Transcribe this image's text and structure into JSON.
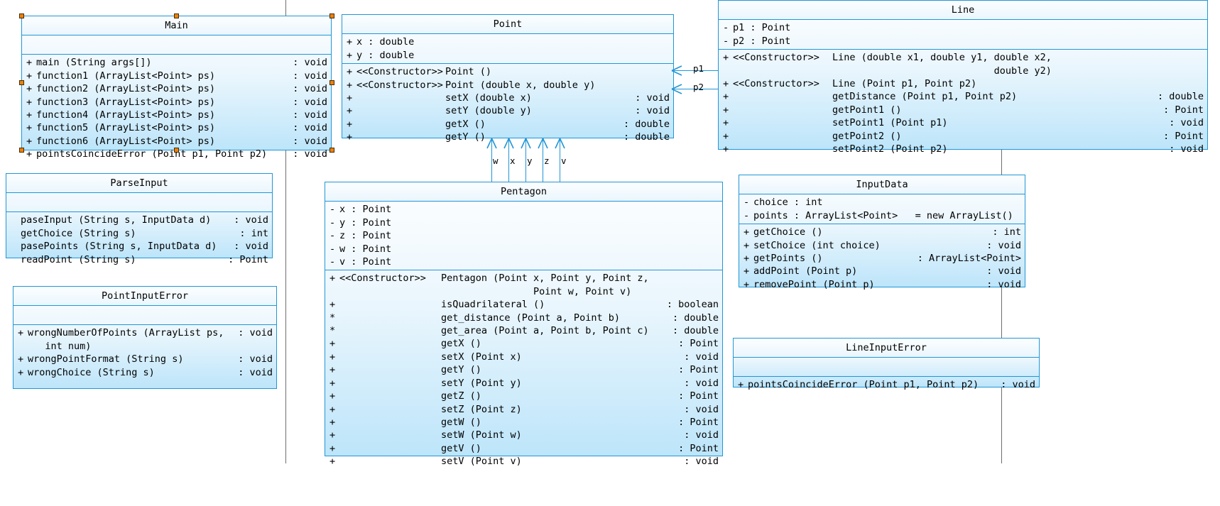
{
  "diagram": {
    "type": "uml-class-diagram",
    "accent_color": "#2196d6",
    "fill_top": "#fdfeff",
    "fill_bottom": "#bde5fa",
    "handle_color": "#e8820c"
  },
  "classes": {
    "main": {
      "name": "Main",
      "attributes": [],
      "operations": [
        {
          "vis": "+",
          "sig": "main (String args[])",
          "ret": "void"
        },
        {
          "vis": "+",
          "sig": "function1 (ArrayList<Point> ps)",
          "ret": "void"
        },
        {
          "vis": "+",
          "sig": "function2 (ArrayList<Point> ps)",
          "ret": "void"
        },
        {
          "vis": "+",
          "sig": "function3 (ArrayList<Point> ps)",
          "ret": "void"
        },
        {
          "vis": "+",
          "sig": "function4 (ArrayList<Point> ps)",
          "ret": "void"
        },
        {
          "vis": "+",
          "sig": "function5 (ArrayList<Point> ps)",
          "ret": "void"
        },
        {
          "vis": "+",
          "sig": "function6 (ArrayList<Point> ps)",
          "ret": "void"
        },
        {
          "vis": "+",
          "sig": "pointsCoincideError (Point p1, Point p2)",
          "ret": "void"
        }
      ]
    },
    "point": {
      "name": "Point",
      "attributes": [
        {
          "vis": "+",
          "sig": "x : double",
          "ret": ""
        },
        {
          "vis": "+",
          "sig": "y : double",
          "ret": ""
        }
      ],
      "operations": [
        {
          "vis": "+",
          "stereo": "<<Constructor>>",
          "sig": "Point ()",
          "ret": ""
        },
        {
          "vis": "+",
          "stereo": "<<Constructor>>",
          "sig": "Point (double x, double y)",
          "ret": ""
        },
        {
          "vis": "+",
          "stereo": "",
          "sig": "setX (double x)",
          "ret": "void"
        },
        {
          "vis": "+",
          "stereo": "",
          "sig": "setY (double y)",
          "ret": "void"
        },
        {
          "vis": "+",
          "stereo": "",
          "sig": "getX ()",
          "ret": "double"
        },
        {
          "vis": "+",
          "stereo": "",
          "sig": "getY ()",
          "ret": "double"
        }
      ]
    },
    "line": {
      "name": "Line",
      "attributes": [
        {
          "vis": "-",
          "sig": "p1 : Point",
          "ret": ""
        },
        {
          "vis": "-",
          "sig": "p2 : Point",
          "ret": ""
        }
      ],
      "operations": [
        {
          "vis": "+",
          "stereo": "<<Constructor>>",
          "sig": "Line (double x1, double y1, double x2,\n                            double y2)",
          "ret": ""
        },
        {
          "vis": "+",
          "stereo": "<<Constructor>>",
          "sig": "Line (Point p1, Point p2)",
          "ret": ""
        },
        {
          "vis": "+",
          "stereo": "",
          "sig": "getDistance (Point p1, Point p2)",
          "ret": "double"
        },
        {
          "vis": "+",
          "stereo": "",
          "sig": "getPoint1 ()",
          "ret": "Point"
        },
        {
          "vis": "+",
          "stereo": "",
          "sig": "setPoint1 (Point p1)",
          "ret": "void"
        },
        {
          "vis": "+",
          "stereo": "",
          "sig": "getPoint2 ()",
          "ret": "Point"
        },
        {
          "vis": "+",
          "stereo": "",
          "sig": "setPoint2 (Point p2)",
          "ret": "void"
        }
      ]
    },
    "parseinput": {
      "name": "ParseInput",
      "attributes": [],
      "operations": [
        {
          "vis": "",
          "sig": "paseInput (String s, InputData d)",
          "ret": "void"
        },
        {
          "vis": "",
          "sig": "getChoice (String s)",
          "ret": "int"
        },
        {
          "vis": "",
          "sig": "pasePoints (String s, InputData d)",
          "ret": "void"
        },
        {
          "vis": "",
          "sig": "readPoint (String s)",
          "ret": "Point"
        }
      ]
    },
    "pointinputerror": {
      "name": "PointInputError",
      "attributes": [],
      "operations": [
        {
          "vis": "+",
          "sig": "wrongNumberOfPoints (ArrayList ps,\n   int num)",
          "ret": "void"
        },
        {
          "vis": "+",
          "sig": "wrongPointFormat (String s)",
          "ret": "void"
        },
        {
          "vis": "+",
          "sig": "wrongChoice (String s)",
          "ret": "void"
        }
      ]
    },
    "pentagon": {
      "name": "Pentagon",
      "attributes": [
        {
          "vis": "-",
          "sig": "x : Point",
          "ret": ""
        },
        {
          "vis": "-",
          "sig": "y : Point",
          "ret": ""
        },
        {
          "vis": "-",
          "sig": "z : Point",
          "ret": ""
        },
        {
          "vis": "-",
          "sig": "w : Point",
          "ret": ""
        },
        {
          "vis": "-",
          "sig": "v : Point",
          "ret": ""
        }
      ],
      "operations": [
        {
          "vis": "+",
          "stereo": "<<Constructor>>",
          "sig": "Pentagon (Point x, Point y, Point z,\n                Point w, Point v)",
          "ret": ""
        },
        {
          "vis": "+",
          "stereo": "",
          "sig": "isQuadrilateral ()",
          "ret": "boolean"
        },
        {
          "vis": "*",
          "stereo": "",
          "sig": "get_distance (Point a, Point b)",
          "ret": "double"
        },
        {
          "vis": "*",
          "stereo": "",
          "sig": "get_area (Point a, Point b, Point c)",
          "ret": "double"
        },
        {
          "vis": "+",
          "stereo": "",
          "sig": "getX ()",
          "ret": "Point"
        },
        {
          "vis": "+",
          "stereo": "",
          "sig": "setX (Point x)",
          "ret": "void"
        },
        {
          "vis": "+",
          "stereo": "",
          "sig": "getY ()",
          "ret": "Point"
        },
        {
          "vis": "+",
          "stereo": "",
          "sig": "setY (Point y)",
          "ret": "void"
        },
        {
          "vis": "+",
          "stereo": "",
          "sig": "getZ ()",
          "ret": "Point"
        },
        {
          "vis": "+",
          "stereo": "",
          "sig": "setZ (Point z)",
          "ret": "void"
        },
        {
          "vis": "+",
          "stereo": "",
          "sig": "getW ()",
          "ret": "Point"
        },
        {
          "vis": "+",
          "stereo": "",
          "sig": "setW (Point w)",
          "ret": "void"
        },
        {
          "vis": "+",
          "stereo": "",
          "sig": "getV ()",
          "ret": "Point"
        },
        {
          "vis": "+",
          "stereo": "",
          "sig": "setV (Point v)",
          "ret": "void"
        }
      ]
    },
    "inputdata": {
      "name": "InputData",
      "attributes": [
        {
          "vis": "-",
          "sig": "choice : int",
          "ret": ""
        },
        {
          "vis": "-",
          "sig": "points : ArrayList<Point>   = new ArrayList()",
          "ret": ""
        }
      ],
      "operations": [
        {
          "vis": "+",
          "sig": "getChoice ()",
          "ret": "int"
        },
        {
          "vis": "+",
          "sig": "setChoice (int choice)",
          "ret": "void"
        },
        {
          "vis": "+",
          "sig": "getPoints ()",
          "ret": "ArrayList<Point>"
        },
        {
          "vis": "+",
          "sig": "addPoint (Point p)",
          "ret": "void"
        },
        {
          "vis": "+",
          "sig": "removePoint (Point p)",
          "ret": "void"
        }
      ]
    },
    "lineinputerror": {
      "name": "LineInputError",
      "attributes": [],
      "operations": [
        {
          "vis": "+",
          "sig": "pointsCoincideError (Point p1, Point p2)",
          "ret": "void"
        }
      ]
    }
  },
  "associations": {
    "point_to_line": [
      {
        "label": "p1"
      },
      {
        "label": "p2"
      }
    ],
    "point_to_pentagon": [
      {
        "label": "w"
      },
      {
        "label": "x"
      },
      {
        "label": "y"
      },
      {
        "label": "z"
      },
      {
        "label": "v"
      }
    ]
  }
}
